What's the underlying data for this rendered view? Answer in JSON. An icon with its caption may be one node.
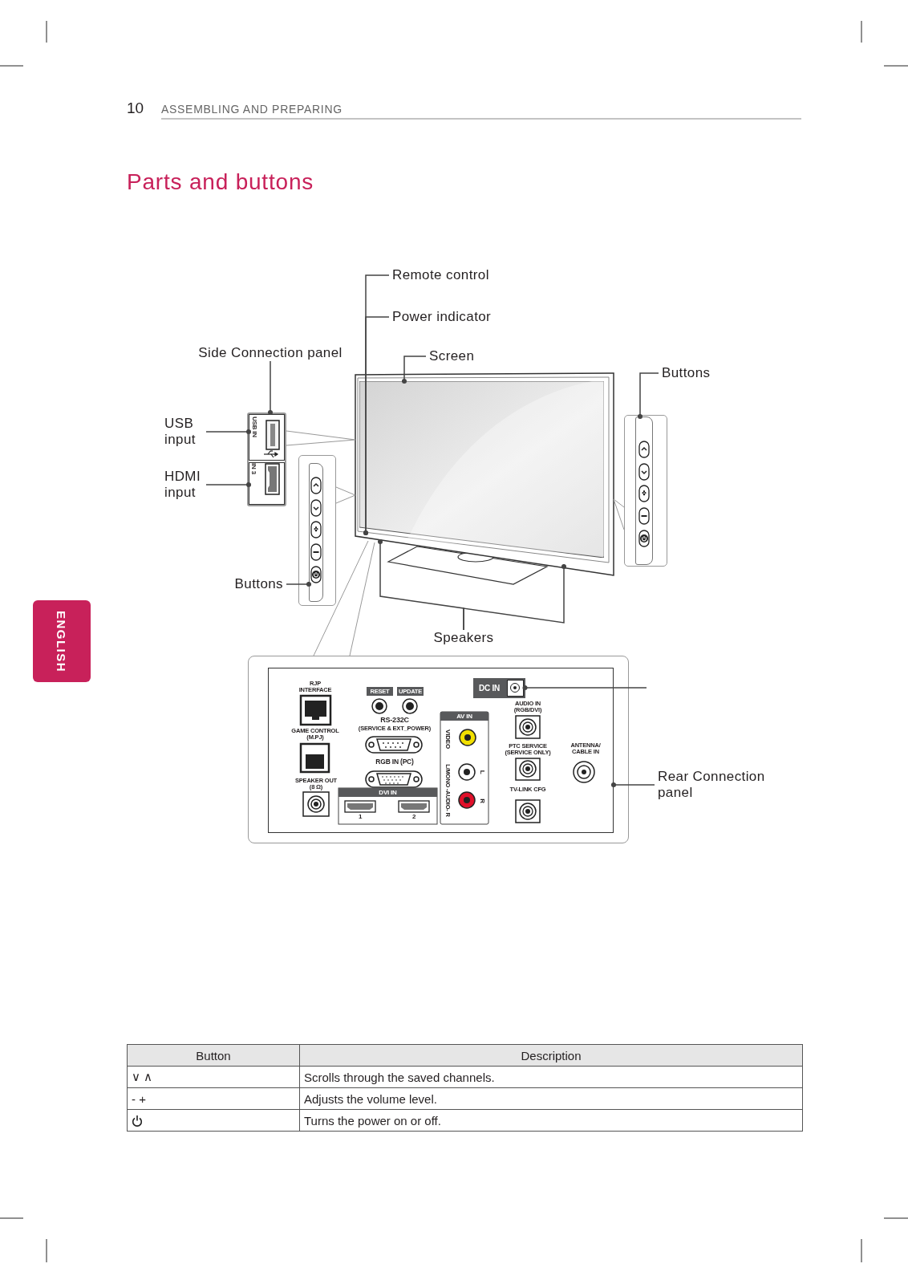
{
  "diagram": {
    "title": "Parts and buttons",
    "nodes": [
      {
        "text": [
          "Remote control"
        ]
      },
      {
        "text": [
          "Power indicator"
        ]
      },
      {
        "text": [
          "Side Connection panel"
        ]
      },
      {
        "text": [
          "Screen"
        ]
      },
      {
        "text": [
          "Buttons"
        ]
      },
      {
        "text": [
          "USB input"
        ]
      },
      {
        "text": [
          "HDMI input"
        ]
      },
      {
        "text": [
          "Buttons"
        ]
      },
      {
        "text": [
          "Speakers"
        ]
      },
      {
        "text": [
          "Rear Connection panel"
        ]
      },
      {
        "text": [],
        "shape": "box"
      },
      {
        "text": [],
        "shape": "box",
        "in": 10
      },
      {
        "text": [],
        "shape": "box",
        "in": 10
      },
      {
        "text": [],
        "shape": "box"
      },
      {
        "text": [],
        "shape": "box",
        "in": 13
      },
      {
        "text": [],
        "shape": "picture"
      },
      {
        "text": [],
        "shape": "box",
        "in": 15
      },
      {
        "text": [],
        "shape": "box"
      },
      {
        "text": [],
        "shape": "box",
        "in": 17
      },
      {
        "text": [],
        "shape": "box"
      },
      {
        "text": [],
        "shape": "box",
        "in": 19
      },
      {
        "text": [],
        "shape": "box",
        "in": 20,
        "beside": [
          "DC IN"
        ]
      }
    ],
    "edges": [
      {
        "from": 0,
        "to": 15,
        "arrow": "other"
      },
      {
        "from": 1,
        "to": 15,
        "arrow": "other"
      },
      {
        "from": 2,
        "to": 10,
        "arrow": "other"
      },
      {
        "from": 3,
        "to": 16,
        "arrow": "other"
      },
      {
        "from": 4,
        "to": 18,
        "arrow": "other"
      },
      {
        "from": 5,
        "to": 11,
        "arrow": "other"
      },
      {
        "from": 6,
        "to": 12,
        "arrow": "other"
      },
      {
        "from": 7,
        "to": 14,
        "arrow": "other"
      },
      {
        "from": 8,
        "to": 15,
        "arrow": "other"
      },
      {
        "from": 8,
        "to": 15,
        "arrow": "other"
      },
      {
        "from": 9,
        "to": 20,
        "arrow": "other"
      },
      {
        "from": null,
        "to": 21,
        "arrow": "other"
      },
      {
        "from": 10,
        "to": 15,
        "arrow": "none",
        "color": "#999999"
      },
      {
        "from": 10,
        "to": 15,
        "arrow": "none",
        "color": "#999999"
      },
      {
        "from": 13,
        "to": 15,
        "arrow": "none",
        "color": "#999999"
      },
      {
        "from": 13,
        "to": 15,
        "arrow": "none",
        "color": "#999999"
      },
      {
        "from": 15,
        "to": 17,
        "arrow": "none",
        "color": "#999999"
      },
      {
        "from": 15,
        "to": 17,
        "arrow": "none",
        "color": "#999999"
      },
      {
        "from": 19,
        "to": 15,
        "arrow": "none",
        "color": "#999999"
      },
      {
        "from": 19,
        "to": 15,
        "arrow": "none",
        "color": "#999999"
      }
    ],
    "labels": [
      "10",
      "ASSEMBLING AND PREPARING",
      "ENGLISH",
      "USB IN",
      "IN 3",
      "RJP INTERFACE",
      "RESET",
      "UPDATE",
      "AUDIO IN (RGB/DVI)",
      "RS-232C",
      "(SERVICE & EXT_POWER)",
      "AV IN",
      "GAME CONTROL (M.PJ)",
      "VIDEO",
      "PTC SERVICE (SERVICE ONLY)",
      "ANTENNA/ CABLE IN",
      "RGB IN (PC)",
      "L",
      "L/MONO -AUDIO- R",
      "SPEAKER OUT (8 Ω)",
      "DVI IN",
      "R",
      "TV-LINK CFG",
      "1",
      "2",
      "Button",
      "Description",
      "∨ ∧",
      "Scrolls through the saved channels.",
      "- +",
      "Adjusts the volume level.",
      "Turns the power on or off."
    ]
  }
}
